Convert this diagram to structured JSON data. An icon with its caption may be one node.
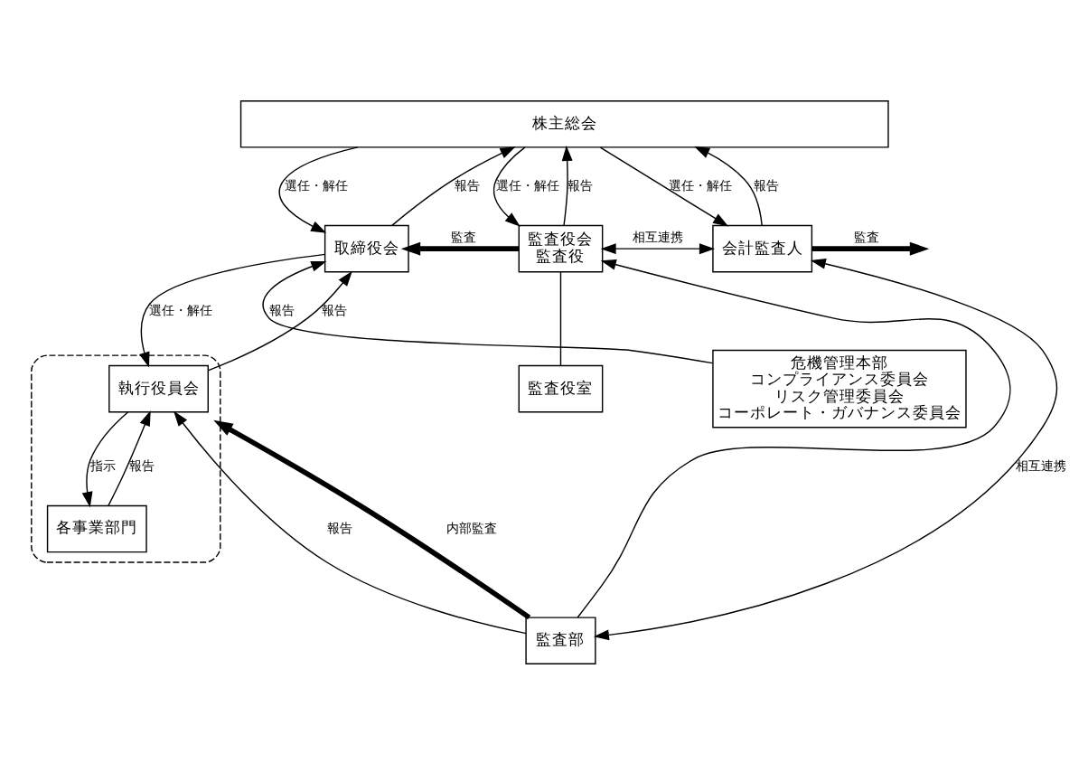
{
  "diagram": {
    "nodes": [
      {
        "text": [
          "株主総会"
        ]
      },
      {
        "text": [
          "取締役会"
        ]
      },
      {
        "text": [
          "監査役会",
          "監査役"
        ]
      },
      {
        "text": [
          "監査役室"
        ]
      },
      {
        "text": [
          "会計監査人"
        ]
      },
      {
        "text": [
          "危機管理本部",
          "コンプライアンス委員会",
          "リスク管理委員会",
          "コーポレート・ガバナンス委員会"
        ]
      },
      {
        "text": [],
        "shape": "box"
      },
      {
        "text": [
          "執行役員会"
        ],
        "in": 6
      },
      {
        "text": [
          "各事業部門"
        ],
        "in": 6
      },
      {
        "text": [
          "監査部"
        ]
      }
    ],
    "edges": [
      {
        "from": 0,
        "to": 1,
        "arrow": "to",
        "label": "選任・解任"
      },
      {
        "from": 1,
        "to": 0,
        "arrow": "to",
        "label": "報告"
      },
      {
        "from": 0,
        "to": 2,
        "arrow": "to",
        "label": "選任・解任"
      },
      {
        "from": 2,
        "to": 0,
        "arrow": "to",
        "label": "報告"
      },
      {
        "from": 0,
        "to": 4,
        "arrow": "to",
        "label": "選任・解任"
      },
      {
        "from": 4,
        "to": 0,
        "arrow": "to",
        "label": "報告"
      },
      {
        "from": 2,
        "to": 1,
        "arrow": "to",
        "label": "監査",
        "style": "thick"
      },
      {
        "from": 2,
        "to": 4,
        "arrow": "both",
        "label": "相互連携"
      },
      {
        "from": 2,
        "to": 3,
        "arrow": "none"
      },
      {
        "from": 5,
        "to": 1,
        "arrow": "to",
        "label": "報告"
      },
      {
        "from": 4,
        "to": null,
        "arrow": "to",
        "label": "監査",
        "style": "thick"
      },
      {
        "from": 1,
        "to": 7,
        "arrow": "to",
        "label": "選任・解任"
      },
      {
        "from": 7,
        "to": 1,
        "arrow": "to",
        "label": "報告"
      },
      {
        "from": 7,
        "to": 8,
        "arrow": "to",
        "label": "指示"
      },
      {
        "from": 8,
        "to": 7,
        "arrow": "to",
        "label": "報告"
      },
      {
        "from": 9,
        "to": 7,
        "arrow": "to",
        "label": "報告"
      },
      {
        "from": 9,
        "to": 2,
        "arrow": "to"
      },
      {
        "from": 9,
        "to": 6,
        "arrow": "to",
        "label": "内部監査",
        "style": "thick"
      },
      {
        "from": 9,
        "to": 4,
        "arrow": "both",
        "label": "相互連携"
      }
    ]
  }
}
